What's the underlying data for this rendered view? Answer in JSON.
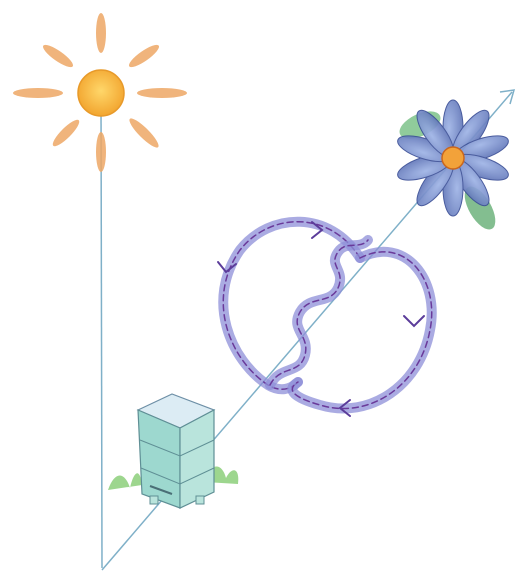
{
  "diagram": {
    "elements": [
      {
        "id": "sun",
        "icon": "sun-icon"
      },
      {
        "id": "flower",
        "icon": "flower-icon"
      },
      {
        "id": "beehive",
        "icon": "beehive-icon"
      },
      {
        "id": "waggle-dance",
        "icon": "waggle-dance-path"
      }
    ],
    "lines": [
      "vertical-reference-line",
      "direction-to-food-arrow"
    ]
  },
  "colors": {
    "sun_core": "#f6b53a",
    "sun_rays": "#eea866",
    "flower_petals": "#6f8ac8",
    "flower_center": "#f2a23a",
    "leaves": "#7cc28a",
    "hive": "#9dd8cf",
    "dance": "#8d8fd8",
    "dance_dash": "#6a3a9a",
    "line": "#7fb0c8"
  }
}
